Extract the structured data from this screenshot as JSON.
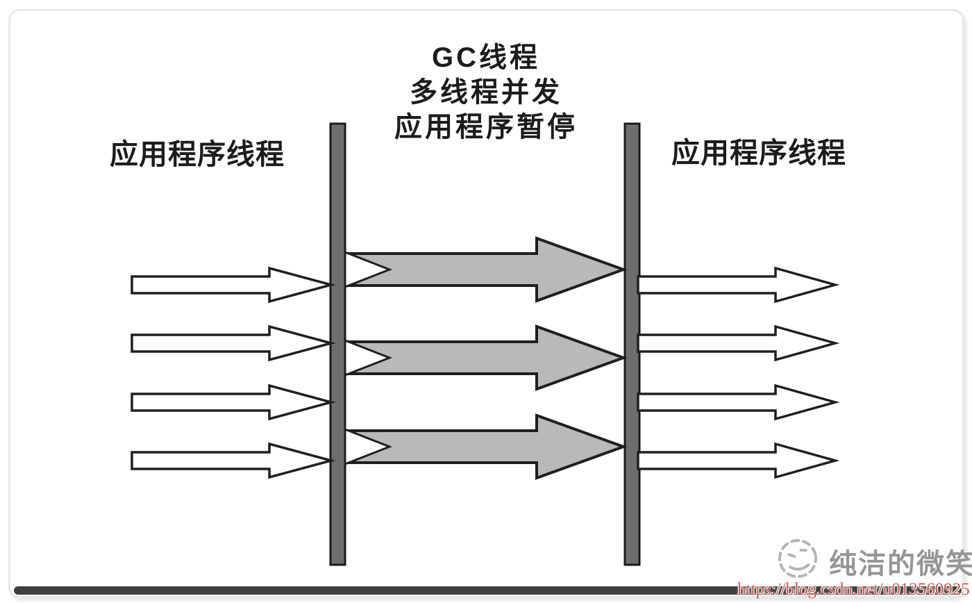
{
  "diagram": {
    "title_lines": [
      "GC线程",
      "多线程并发",
      "应用程序暂停"
    ],
    "left_label": "应用程序线程",
    "right_label": "应用程序线程",
    "app_thread_arrows_left_count": 4,
    "gc_thread_arrows_count": 3,
    "app_thread_arrows_right_count": 4,
    "barrier_count": 2
  },
  "watermark": {
    "icon": "smiley-wink-icon",
    "text": "纯洁的微笑",
    "url": "https://blog.csdn.net/u013560925"
  },
  "colors": {
    "barrier_fill": "#6e6e6e",
    "outline": "#1f1f1f",
    "gc_arrow_fill": "#b9b9b9",
    "app_arrow_fill": "#ffffff",
    "title_text": "#1c1c1e",
    "watermark_text": "#969696",
    "url_text": "#c05a50",
    "frame_border": "#e8e8e8",
    "bottom_strip": "#3f3f3f"
  }
}
